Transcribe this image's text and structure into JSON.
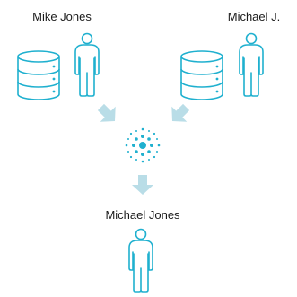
{
  "sources": [
    {
      "name": "Mike Jones"
    },
    {
      "name": "Michael J."
    }
  ],
  "merged": {
    "name": "Michael Jones"
  },
  "colors": {
    "stroke": "#1fb0cf",
    "arrow": "#b9dde7",
    "hub": "#1fb0cf",
    "text": "#1a1a1a"
  },
  "icons": {
    "database": "database-icon",
    "person": "person-icon",
    "hub": "merge-hub-icon",
    "arrow": "arrow-icon"
  }
}
